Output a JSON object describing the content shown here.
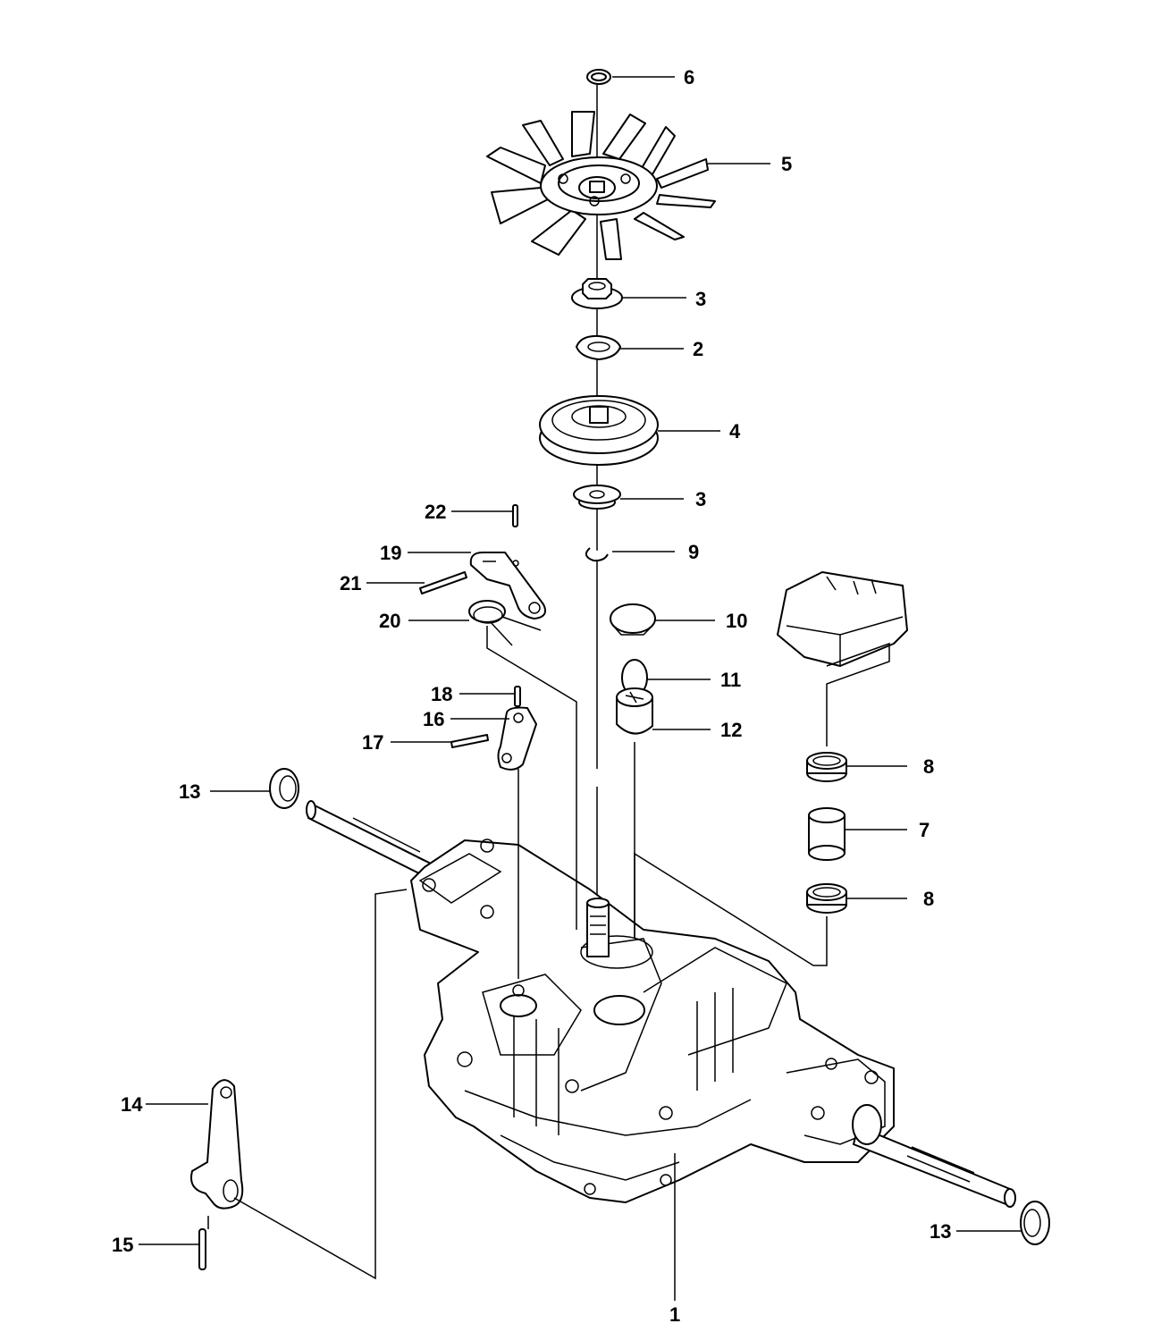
{
  "callouts": [
    {
      "id": "c6",
      "label": "6"
    },
    {
      "id": "c5",
      "label": "5"
    },
    {
      "id": "c3a",
      "label": "3"
    },
    {
      "id": "c2",
      "label": "2"
    },
    {
      "id": "c4",
      "label": "4"
    },
    {
      "id": "c3b",
      "label": "3"
    },
    {
      "id": "c22",
      "label": "22"
    },
    {
      "id": "c9",
      "label": "9"
    },
    {
      "id": "c19",
      "label": "19"
    },
    {
      "id": "c21",
      "label": "21"
    },
    {
      "id": "c10",
      "label": "10"
    },
    {
      "id": "c20",
      "label": "20"
    },
    {
      "id": "c11",
      "label": "11"
    },
    {
      "id": "c18",
      "label": "18"
    },
    {
      "id": "c16",
      "label": "16"
    },
    {
      "id": "c12",
      "label": "12"
    },
    {
      "id": "c17",
      "label": "17"
    },
    {
      "id": "c8a",
      "label": "8"
    },
    {
      "id": "c13a",
      "label": "13"
    },
    {
      "id": "c7",
      "label": "7"
    },
    {
      "id": "c8b",
      "label": "8"
    },
    {
      "id": "c14",
      "label": "14"
    },
    {
      "id": "c15",
      "label": "15"
    },
    {
      "id": "c13b",
      "label": "13"
    },
    {
      "id": "c1",
      "label": "1"
    }
  ]
}
